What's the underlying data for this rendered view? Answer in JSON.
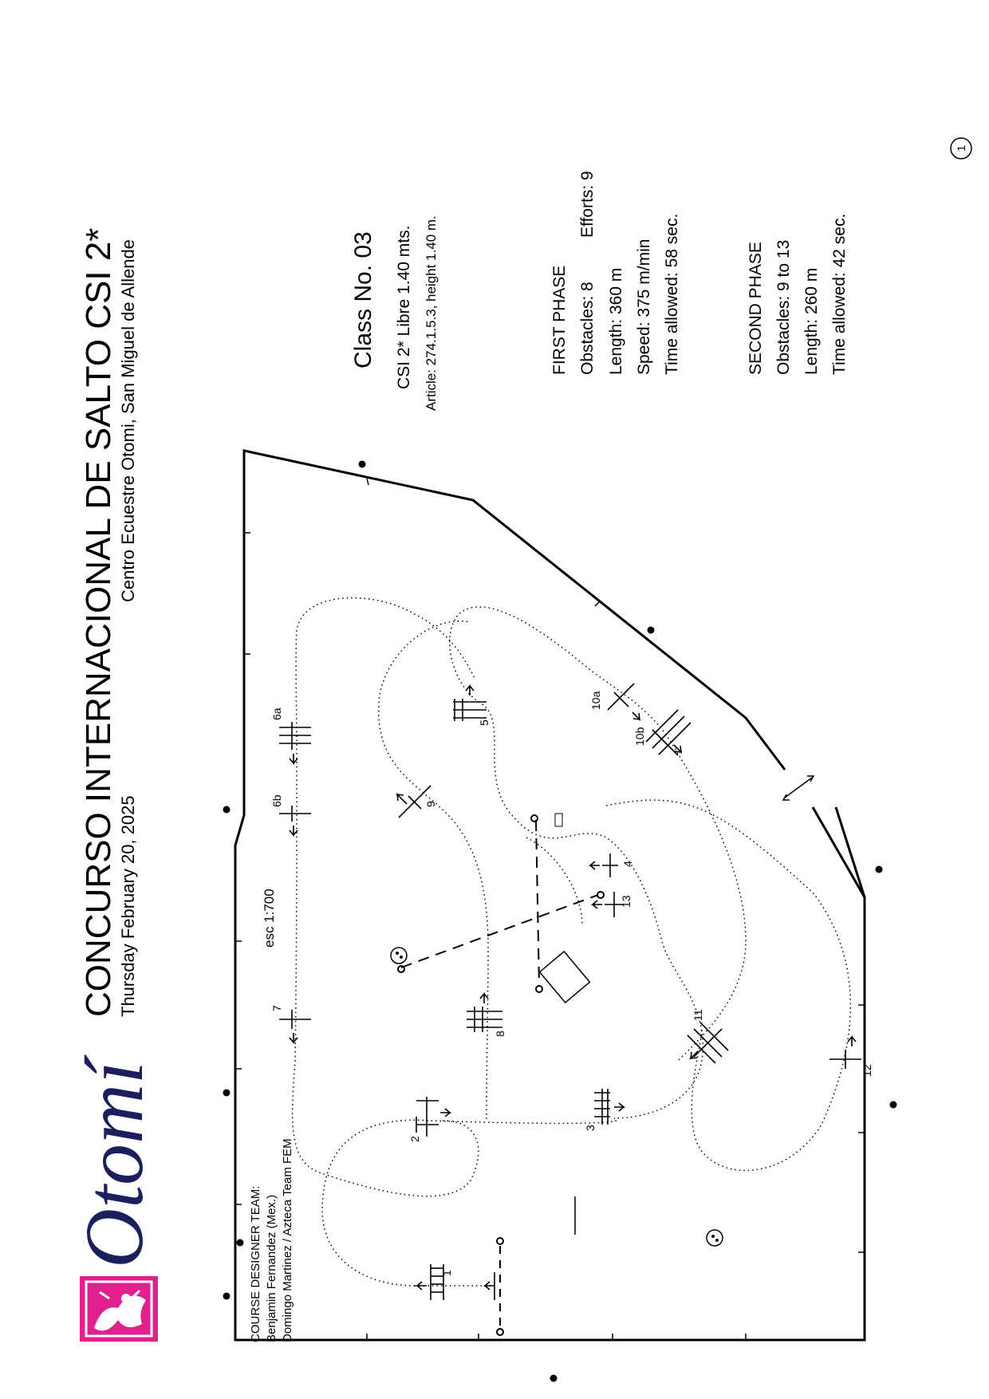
{
  "event": {
    "title": "CONCURSO INTERNACIONAL DE SALTO CSI 2*",
    "date": "Thursday February 20, 2025",
    "venue": "Centro Ecuestre Otomi, San Miguel de Allende",
    "logo_text": "Otomí"
  },
  "class_info": {
    "class_no": "Class No. 03",
    "category": "CSI 2* Libre 1.40 mts.",
    "article": "Article: 274.1.5.3, height 1.40 m."
  },
  "first_phase": {
    "heading": "FIRST PHASE",
    "obstacles": "Obstacles: 8",
    "efforts": "Efforts: 9",
    "length": "Length: 360 m",
    "speed": "Speed: 375 m/min",
    "time": "Time allowed: 58 sec."
  },
  "second_phase": {
    "heading": "SECOND PHASE",
    "obstacles": "Obstacles: 9 to 13",
    "length": "Length: 260 m",
    "time": "Time allowed: 42 sec."
  },
  "designers": {
    "heading": "COURSE DESIGNER TEAM:",
    "line1": "Benjamin Fernandez (Mex.)",
    "line2": "Domingo Martinez / Azteca Team FEM"
  },
  "scale": "esc 1:700",
  "page_number": "1",
  "fence_labels": {
    "f1": "1",
    "f2": "2",
    "f3": "3",
    "f4": "4",
    "f5": "5",
    "f6a": "6a",
    "f6b": "6b",
    "f7": "7",
    "f8": "8",
    "f9": "9",
    "f10a": "10a",
    "f10b": "10b",
    "f11": "11",
    "f12": "12",
    "f13": "13"
  },
  "colors": {
    "ink": "#000000",
    "logo_pink": "#e0208c",
    "logo_navy": "#1b1f5e"
  },
  "icons": [
    "emblem-icon",
    "flower-icon",
    "start-finish-line",
    "arena-gate-icon"
  ]
}
